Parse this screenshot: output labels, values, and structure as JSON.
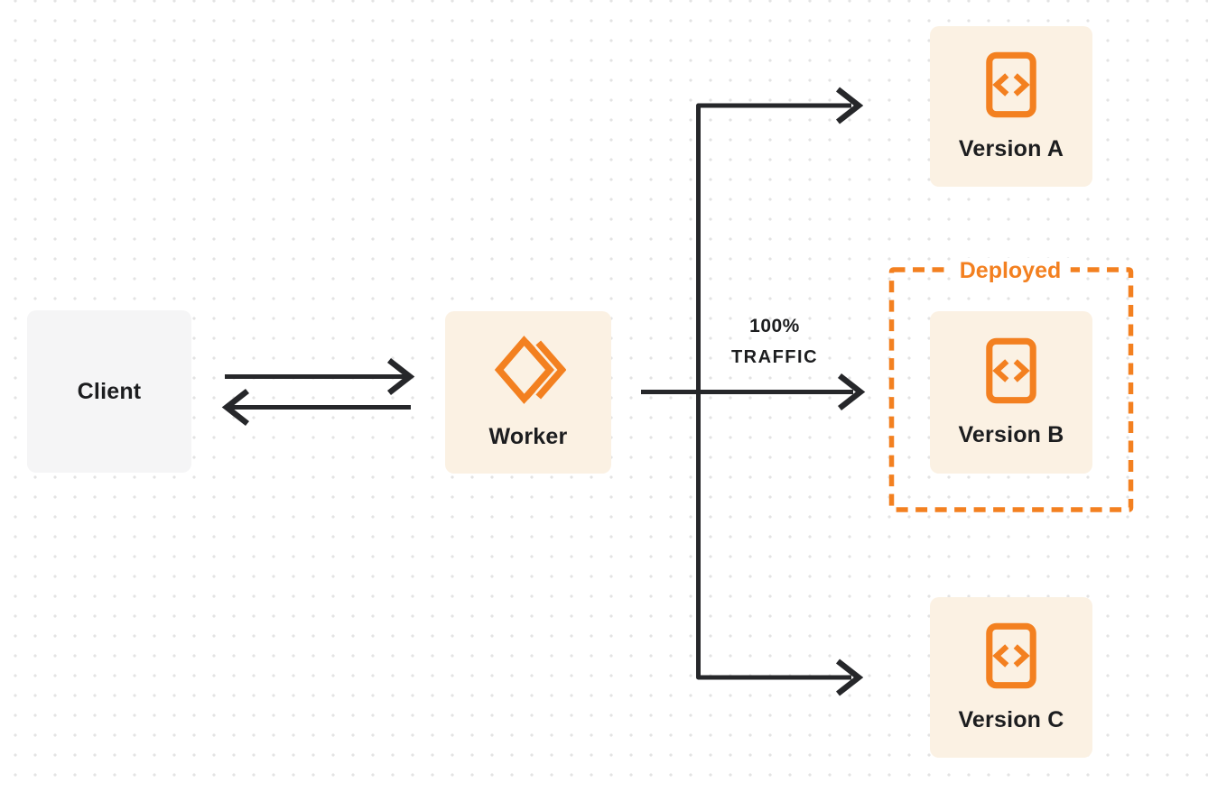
{
  "diagram": {
    "nodes": {
      "client": {
        "label": "Client"
      },
      "worker": {
        "label": "Worker",
        "icon": "workers-logo-icon"
      },
      "version_a": {
        "label": "Version A",
        "icon": "code-file-icon"
      },
      "version_b": {
        "label": "Version B",
        "icon": "code-file-icon"
      },
      "version_c": {
        "label": "Version C",
        "icon": "code-file-icon"
      }
    },
    "group": {
      "label": "Deployed"
    },
    "traffic_label": {
      "line1": "100%",
      "line2": "TRAFFIC"
    },
    "edges": {
      "client_worker": "bidirectional-arrows",
      "worker_version_a": "branch-arrow",
      "worker_version_b": "labeled-arrow",
      "worker_version_c": "branch-arrow"
    },
    "colors": {
      "accent_orange": "#F38020",
      "node_cream": "#FBF1E3",
      "node_gray": "#F5F5F6",
      "line_dark": "#26272A",
      "text_dark": "#1C1D1F",
      "dot_gray": "#E3E3E3",
      "background": "#FFFFFF"
    }
  }
}
